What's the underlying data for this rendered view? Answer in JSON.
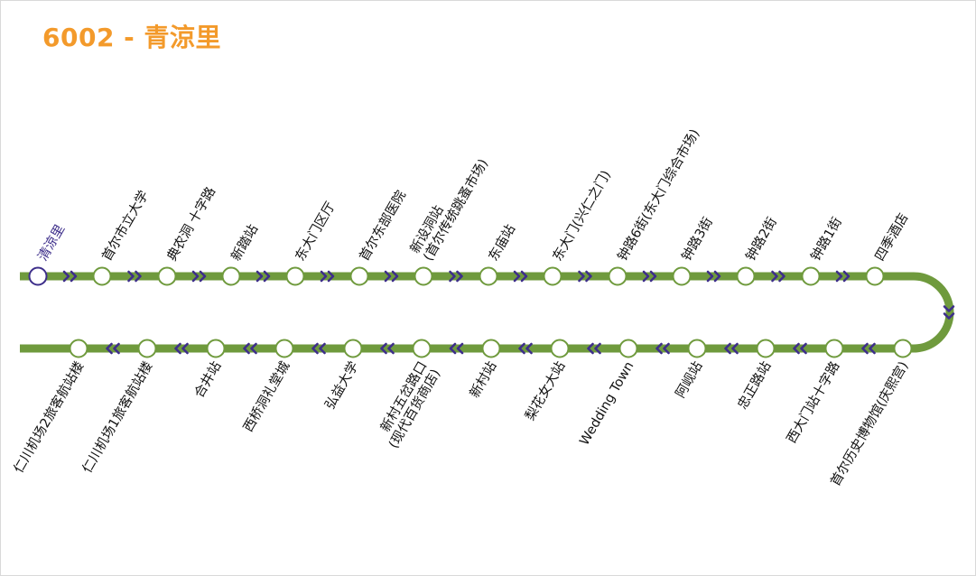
{
  "title": "6002 - 青涼里",
  "colors": {
    "line": "#6f9a3d",
    "arrow": "#3d2e8a",
    "title": "#f39a2b",
    "current": "#3d2e8a"
  },
  "stations_top": [
    {
      "name": "清涼里",
      "lines": [
        "清涼里"
      ],
      "current": true
    },
    {
      "name": "首尔市立大学",
      "lines": [
        "首尔市立大学"
      ]
    },
    {
      "name": "典农洞 十字路",
      "lines": [
        "典农洞 十字路"
      ]
    },
    {
      "name": "新踏站",
      "lines": [
        "新踏站"
      ]
    },
    {
      "name": "东大门区厅",
      "lines": [
        "东大门区厅"
      ]
    },
    {
      "name": "首尔东部医院",
      "lines": [
        "首尔东部医院"
      ]
    },
    {
      "name": "新设洞站(首尔传统跳蚤市场)",
      "lines": [
        "新设洞站",
        "(首尔传统跳蚤市场)"
      ]
    },
    {
      "name": "东庙站",
      "lines": [
        "东庙站"
      ]
    },
    {
      "name": "东大门(兴仁之门)",
      "lines": [
        "东大门(兴仁之门)"
      ]
    },
    {
      "name": "钟路6街(东大门综合市场)",
      "lines": [
        "钟路6街(东大门综合市场)"
      ]
    },
    {
      "name": "钟路3街",
      "lines": [
        "钟路3街"
      ]
    },
    {
      "name": "钟路2街",
      "lines": [
        "钟路2街"
      ]
    },
    {
      "name": "钟路1街",
      "lines": [
        "钟路1街"
      ]
    },
    {
      "name": "四季酒店",
      "lines": [
        "四季酒店"
      ]
    }
  ],
  "stations_bottom": [
    {
      "name": "仁川机场2旅客航站楼",
      "lines": [
        "仁川机场2旅客航站楼"
      ]
    },
    {
      "name": "仁川机场1旅客航站楼",
      "lines": [
        "仁川机场1旅客航站楼"
      ]
    },
    {
      "name": "合井站",
      "lines": [
        "合井站"
      ]
    },
    {
      "name": "西桥洞礼堂城",
      "lines": [
        "西桥洞礼堂城"
      ]
    },
    {
      "name": "弘益大学",
      "lines": [
        "弘益大学"
      ]
    },
    {
      "name": "新村五岔路口(现代百货商店)",
      "lines": [
        "新村五岔路口",
        "(现代百货商店)"
      ]
    },
    {
      "name": "新村站",
      "lines": [
        "新村站"
      ]
    },
    {
      "name": "梨花女大站",
      "lines": [
        "梨花女大站"
      ]
    },
    {
      "name": "Wedding Town",
      "lines": [
        "Wedding Town"
      ]
    },
    {
      "name": "阿岘站",
      "lines": [
        "阿岘站"
      ]
    },
    {
      "name": "忠正路站",
      "lines": [
        "忠正路站"
      ]
    },
    {
      "name": "西大门站十字路",
      "lines": [
        "西大门站十字路"
      ]
    },
    {
      "name": "首尔历史博物馆(庆熙宫)",
      "lines": [
        "首尔历史博物馆(庆熙宫)"
      ]
    }
  ]
}
